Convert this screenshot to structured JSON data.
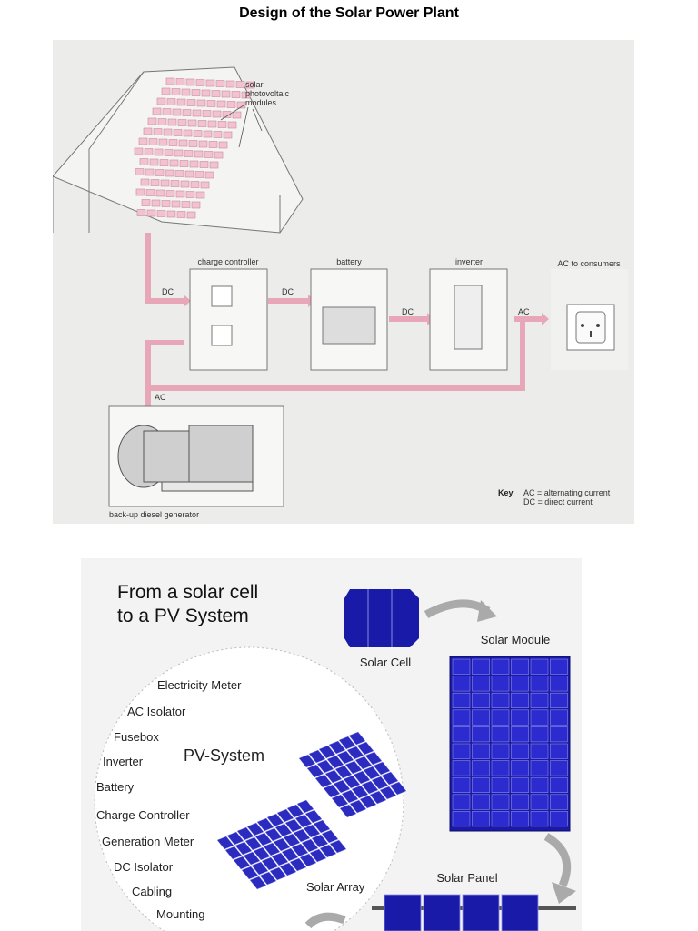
{
  "page": {
    "title": "Design of the Solar Power Plant"
  },
  "figure1": {
    "modules_label": [
      "solar",
      "photovoltaic",
      "modules"
    ],
    "charge_controller": "charge controller",
    "battery": "battery",
    "inverter": "inverter",
    "ac_consumers": "AC to consumers",
    "dc1": "DC",
    "dc2": "DC",
    "dc3": "DC",
    "ac_out": "AC",
    "ac_gen": "AC",
    "generator": "back-up diesel generator",
    "key_title": "Key",
    "key_ac": "AC = alternating current",
    "key_dc": "DC = direct current",
    "colors": {
      "flow": "#e7a7b8",
      "background": "#ececea"
    }
  },
  "figure2": {
    "title_line1": "From a solar cell",
    "title_line2": "to a PV System",
    "solar_cell": "Solar Cell",
    "solar_module": "Solar Module",
    "pv_system": "PV-System",
    "solar_array": "Solar Array",
    "solar_panel": "Solar Panel",
    "components": [
      "Electricity Meter",
      "AC Isolator",
      "Fusebox",
      "Inverter",
      "Battery",
      "Charge Controller",
      "Generation Meter",
      "DC Isolator",
      "Cabling",
      "Mounting"
    ],
    "colors": {
      "cell": "#1a1aa8",
      "background": "#f3f3f3"
    }
  }
}
